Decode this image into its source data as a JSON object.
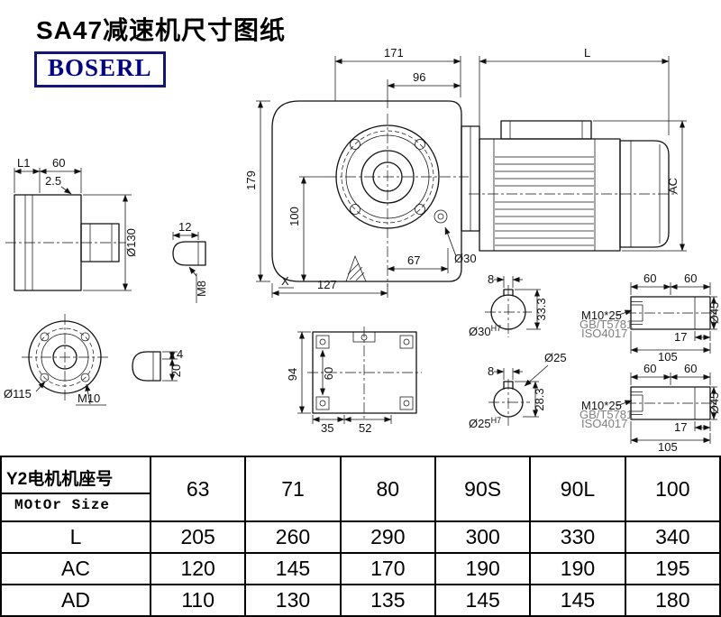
{
  "colors": {
    "logo_text": "#00008B",
    "logo_border": "#14147A",
    "line": "#111111"
  },
  "title": "SA47减速机尺寸图纸",
  "logo": "BOSERL",
  "drawing": {
    "side_view": {
      "l1": "L1",
      "w": "60",
      "gap": "2.5",
      "dia": "Ø130"
    },
    "flange_view": {
      "dia": "Ø115",
      "thread": "M10"
    },
    "plug_m8": {
      "len": "12",
      "thread": "M8"
    },
    "plug_m10": {
      "tip": "4",
      "len": "20"
    },
    "front_view": {
      "w171": "171",
      "w96": "96",
      "h179": "179",
      "h100": "100",
      "w67": "67",
      "w127": "127",
      "detail": "X",
      "bore": "Ø30"
    },
    "motor": {
      "len": "L",
      "h": "AC"
    },
    "foot_view": {
      "h94": "94",
      "h60": "60",
      "w35": "35",
      "w52": "52"
    },
    "shaft30": {
      "key_w": "8",
      "key_t": "33.3",
      "bore": "Ø30",
      "tol": "H7",
      "seg1": "60",
      "seg2": "60",
      "screw": "M10*25",
      "std1": "GB/T5781",
      "std2": "ISO4017",
      "tip": "17",
      "len": "105",
      "dia": "Ø45"
    },
    "shaft25": {
      "label": "Ø25",
      "key_w": "8",
      "key_t": "28.3",
      "bore": "Ø25",
      "tol": "H7",
      "seg1": "60",
      "seg2": "60",
      "screw": "M10*25",
      "std1": "GB/T5781",
      "std2": "ISO4017",
      "tip": "17",
      "len": "105",
      "dia": "Ø45"
    }
  },
  "table": {
    "header_cn": "Y2电机机座号",
    "header_en": "MOtOr Size",
    "sizes": [
      "63",
      "71",
      "80",
      "90S",
      "90L",
      "100"
    ],
    "rows": [
      {
        "label": "L",
        "values": [
          "205",
          "260",
          "290",
          "300",
          "330",
          "340"
        ]
      },
      {
        "label": "AC",
        "values": [
          "120",
          "145",
          "170",
          "190",
          "190",
          "195"
        ]
      },
      {
        "label": "AD",
        "values": [
          "110",
          "130",
          "135",
          "145",
          "145",
          "180"
        ]
      }
    ]
  }
}
